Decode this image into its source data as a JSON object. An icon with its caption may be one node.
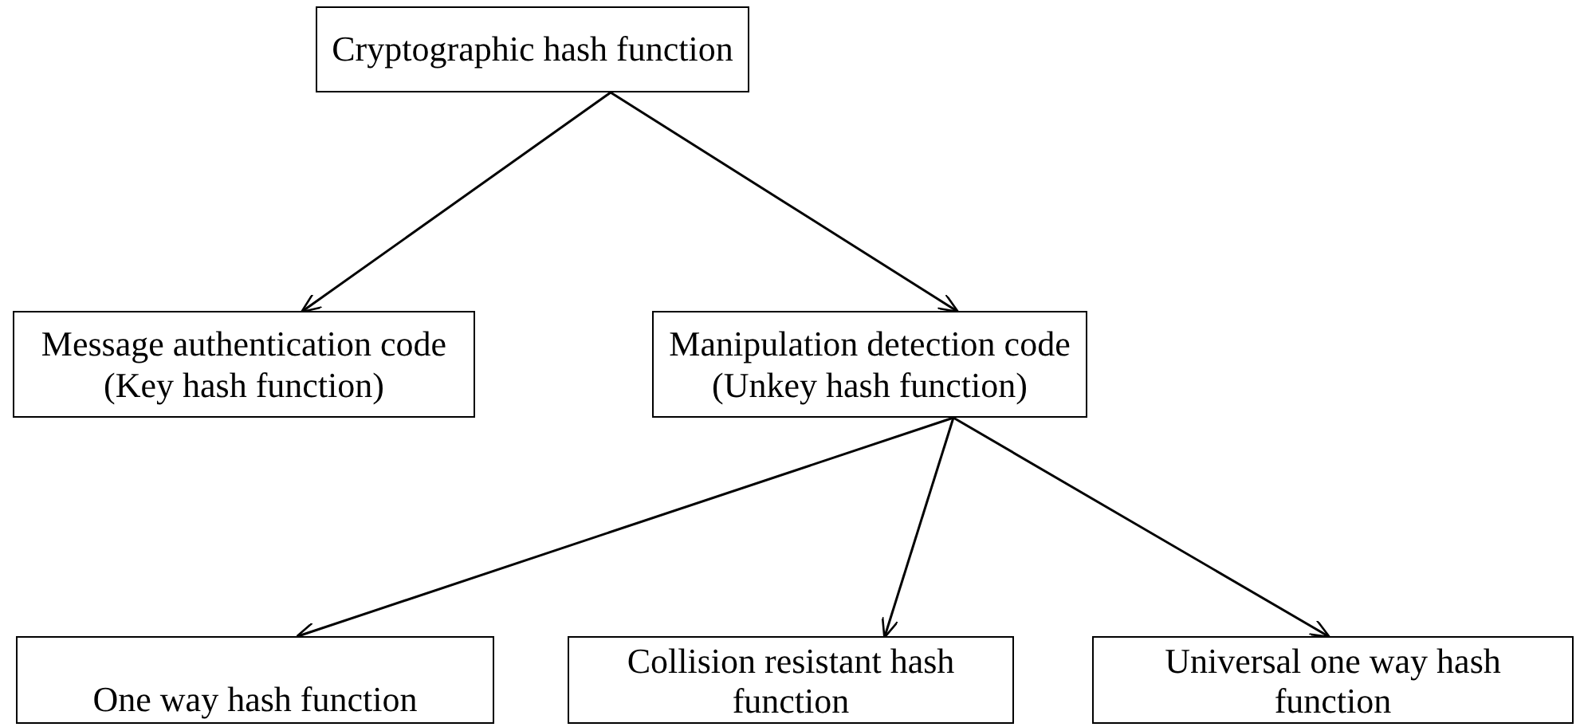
{
  "diagram": {
    "nodes": [
      {
        "text": [
          "Cryptographic hash function"
        ]
      },
      {
        "text": [
          "Message authentication code (Key hash function)"
        ]
      },
      {
        "text": [
          "Manipulation detection code (Unkey hash function)"
        ]
      },
      {
        "text": [
          "One way hash function"
        ]
      },
      {
        "text": [
          "Collision resistant hash function"
        ]
      },
      {
        "text": [
          "Universal one way hash function"
        ]
      }
    ],
    "edges": [
      {
        "from": 0,
        "to": 1,
        "arrow": "to"
      },
      {
        "from": 0,
        "to": 2,
        "arrow": "to"
      },
      {
        "from": 2,
        "to": 3,
        "arrow": "to"
      },
      {
        "from": 2,
        "to": 4,
        "arrow": "to"
      },
      {
        "from": 2,
        "to": 5,
        "arrow": "to"
      }
    ]
  }
}
